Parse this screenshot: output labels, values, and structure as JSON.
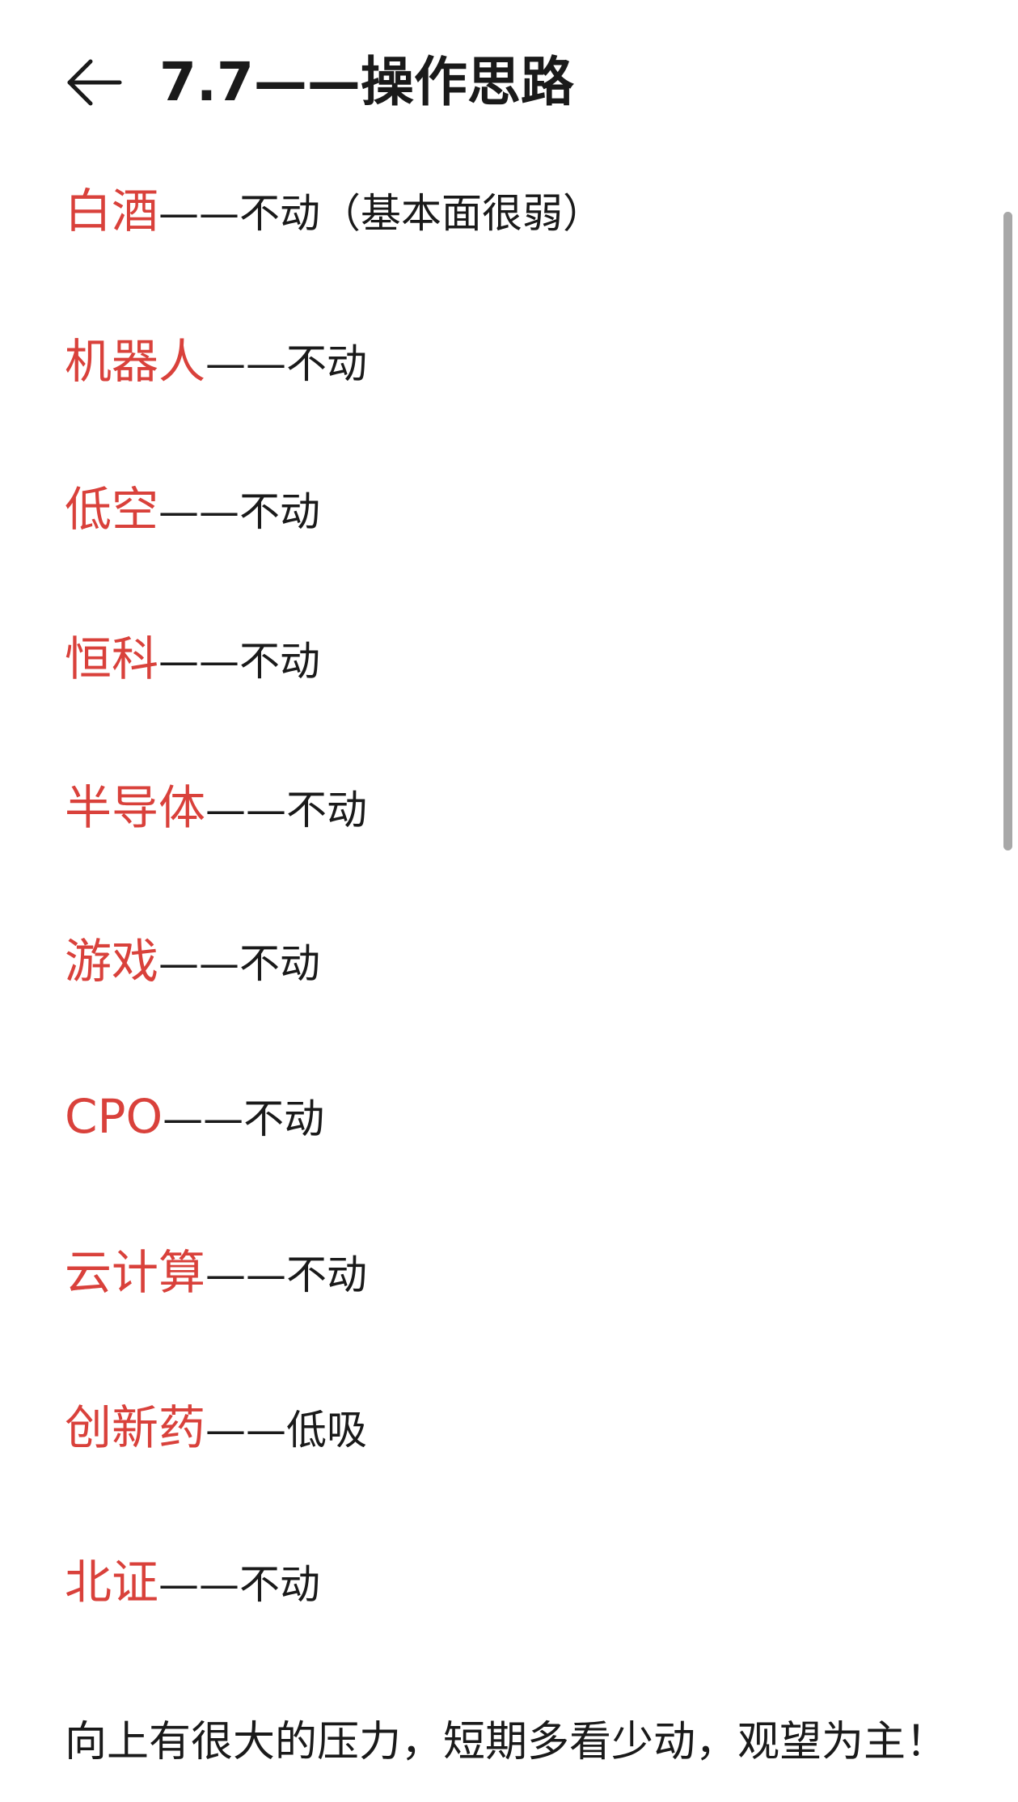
{
  "header": {
    "title": "7.7——操作思路",
    "back_icon": "arrow-left-icon"
  },
  "rows": [
    {
      "sector": "白酒",
      "dash": "——",
      "action": "不动（基本面很弱）"
    },
    {
      "sector": "机器人",
      "dash": "——",
      "action": "不动"
    },
    {
      "sector": "低空",
      "dash": "——",
      "action": "不动"
    },
    {
      "sector": "恒科",
      "dash": "——",
      "action": "不动"
    },
    {
      "sector": "半导体",
      "dash": "——",
      "action": "不动"
    },
    {
      "sector": "游戏",
      "dash": "——",
      "action": "不动"
    },
    {
      "sector": "CPO",
      "dash": "——",
      "action": "不动"
    },
    {
      "sector": "云计算",
      "dash": "——",
      "action": "不动"
    },
    {
      "sector": "创新药",
      "dash": "——",
      "action": "低吸"
    },
    {
      "sector": "北证",
      "dash": "——",
      "action": "不动"
    }
  ],
  "summary": "向上有很大的压力，短期多看少动，观望为主！",
  "colors": {
    "sector_red": "#d9413b",
    "text": "#1a1a1a",
    "scrollbar": "#a8a8a8"
  }
}
